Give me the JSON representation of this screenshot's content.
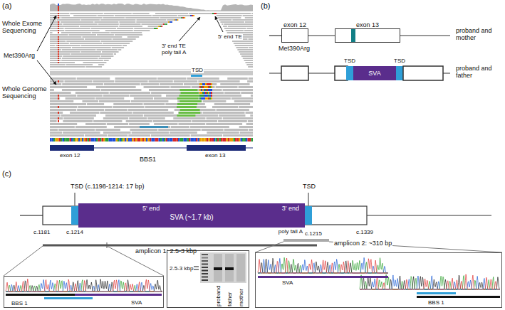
{
  "diagram": {
    "nodes": [
      {
        "text": [
          "exon 12"
        ]
      },
      {
        "text": [
          "exon 13"
        ]
      },
      {
        "text": [
          "SVA"
        ]
      },
      {
        "text": [
          "5' end",
          "SVA (~1.7 kb)",
          "3' end"
        ]
      },
      {
        "text": [
          "BBS 1",
          "SVA"
        ]
      },
      {
        "text": [
          "2.5-3 kbp",
          "proband",
          "father",
          "mother"
        ]
      },
      {
        "text": [
          "SVA",
          "BBS 1"
        ]
      }
    ],
    "edges": [
      {
        "from": 0,
        "to": 1,
        "arrow": "none"
      }
    ],
    "labels": [
      "(a)",
      "Whole Exome Sequencing",
      "Whole Genome Sequencing",
      "Met390Arg",
      "3' end TE poly tail A",
      "TSD",
      "5' end TE",
      "exon 12",
      "BBS1",
      "exon 13",
      "(b)",
      "Met390Arg",
      "proband and mother",
      "TSD",
      "TSD",
      "proband and father",
      "(c)",
      "TSD (c.1198-1214: 17 bp)",
      "TSD",
      "c.1181",
      "c.1214",
      "poly tail A",
      "c.1215",
      "c.1339",
      "amplicon 1: 2.5-3 kbp",
      "amplicon 2: ~310 bp"
    ]
  }
}
